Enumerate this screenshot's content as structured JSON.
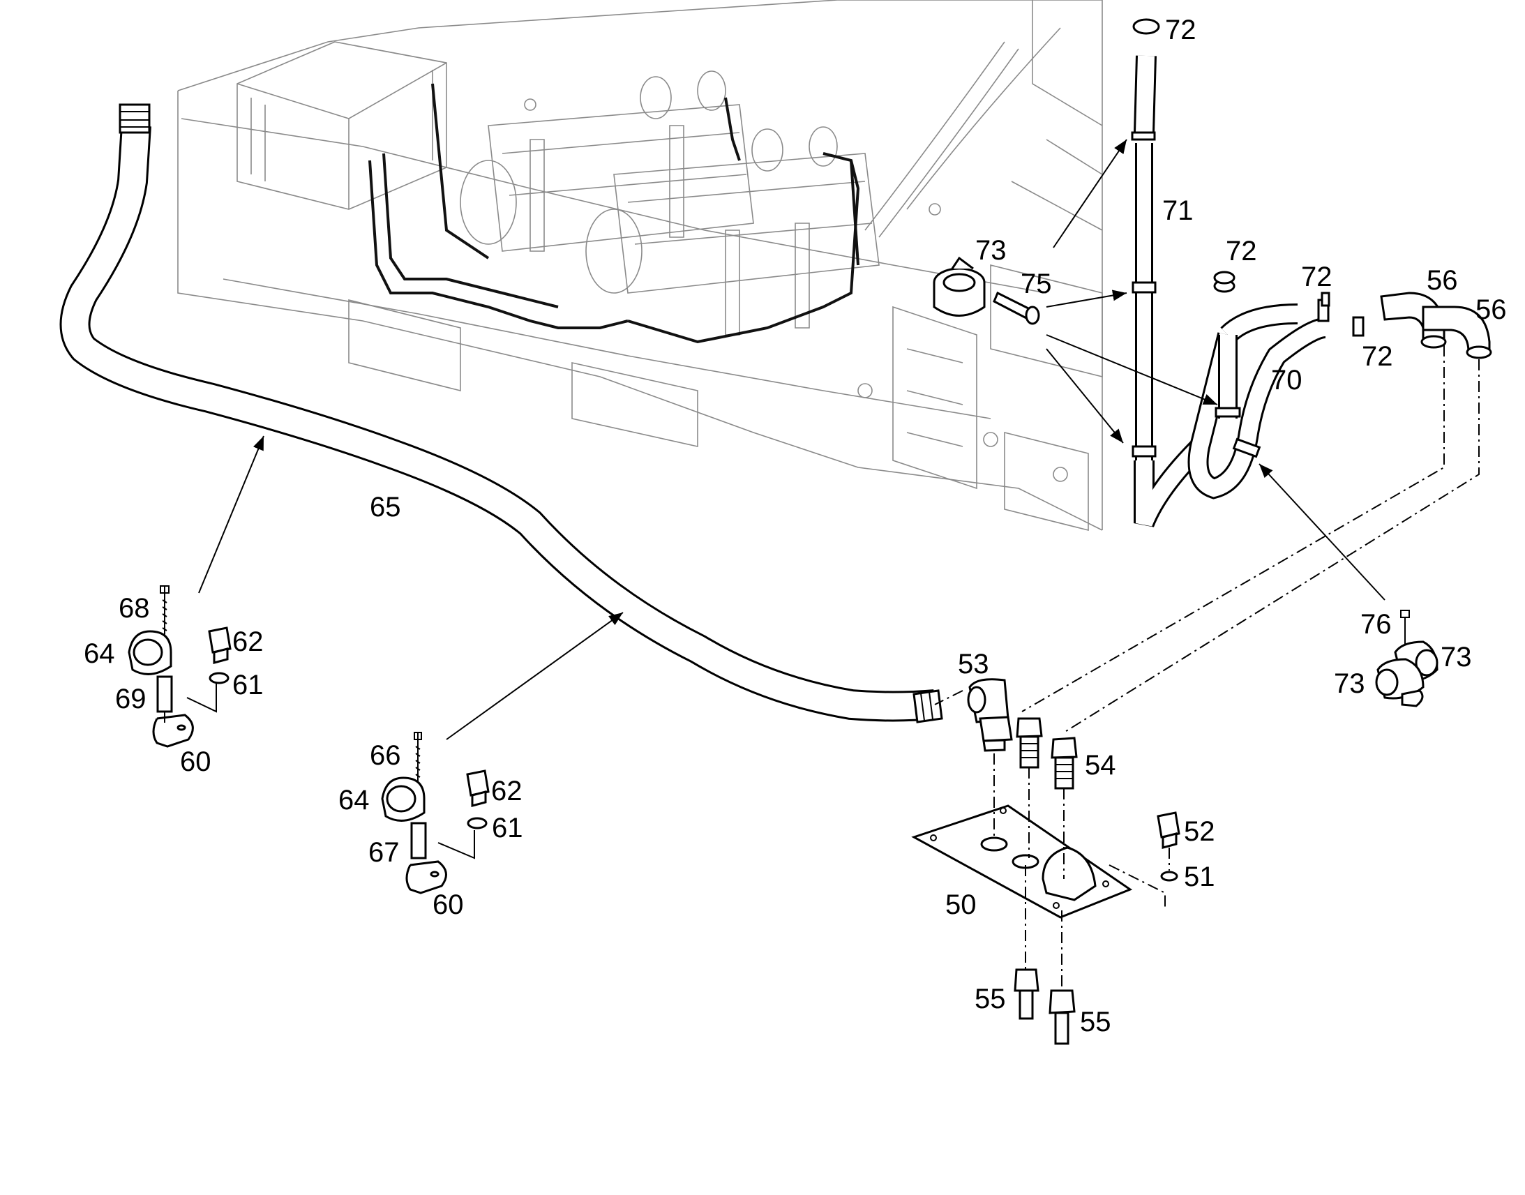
{
  "diagram": {
    "part_labels": [
      {
        "id": "lbl-72a",
        "text": "72"
      },
      {
        "id": "lbl-71",
        "text": "71"
      },
      {
        "id": "lbl-73a",
        "text": "73"
      },
      {
        "id": "lbl-75",
        "text": "75"
      },
      {
        "id": "lbl-72b",
        "text": "72"
      },
      {
        "id": "lbl-72c",
        "text": "72"
      },
      {
        "id": "lbl-56a",
        "text": "56"
      },
      {
        "id": "lbl-56b",
        "text": "56"
      },
      {
        "id": "lbl-72d",
        "text": "72"
      },
      {
        "id": "lbl-70",
        "text": "70"
      },
      {
        "id": "lbl-65",
        "text": "65"
      },
      {
        "id": "lbl-68",
        "text": "68"
      },
      {
        "id": "lbl-62a",
        "text": "62"
      },
      {
        "id": "lbl-64a",
        "text": "64"
      },
      {
        "id": "lbl-61a",
        "text": "61"
      },
      {
        "id": "lbl-69",
        "text": "69"
      },
      {
        "id": "lbl-60a",
        "text": "60"
      },
      {
        "id": "lbl-53",
        "text": "53"
      },
      {
        "id": "lbl-76",
        "text": "76"
      },
      {
        "id": "lbl-73b",
        "text": "73"
      },
      {
        "id": "lbl-73c",
        "text": "73"
      },
      {
        "id": "lbl-54",
        "text": "54"
      },
      {
        "id": "lbl-66",
        "text": "66"
      },
      {
        "id": "lbl-62b",
        "text": "62"
      },
      {
        "id": "lbl-64b",
        "text": "64"
      },
      {
        "id": "lbl-61b",
        "text": "61"
      },
      {
        "id": "lbl-67",
        "text": "67"
      },
      {
        "id": "lbl-60b",
        "text": "60"
      },
      {
        "id": "lbl-52",
        "text": "52"
      },
      {
        "id": "lbl-51",
        "text": "51"
      },
      {
        "id": "lbl-50",
        "text": "50"
      },
      {
        "id": "lbl-55a",
        "text": "55"
      },
      {
        "id": "lbl-55b",
        "text": "55"
      }
    ]
  }
}
